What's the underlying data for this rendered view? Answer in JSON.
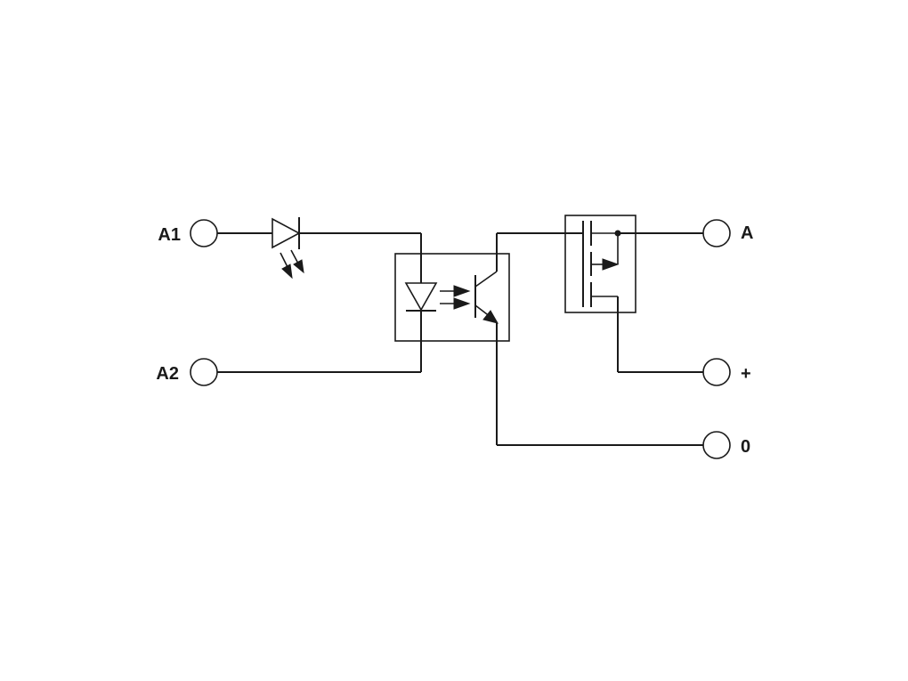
{
  "terminals": {
    "a1": "A1",
    "a2": "A2",
    "a": "A",
    "plus": "+",
    "zero": "0"
  },
  "colors": {
    "line": "#1a1a1a",
    "background": "#ffffff"
  }
}
